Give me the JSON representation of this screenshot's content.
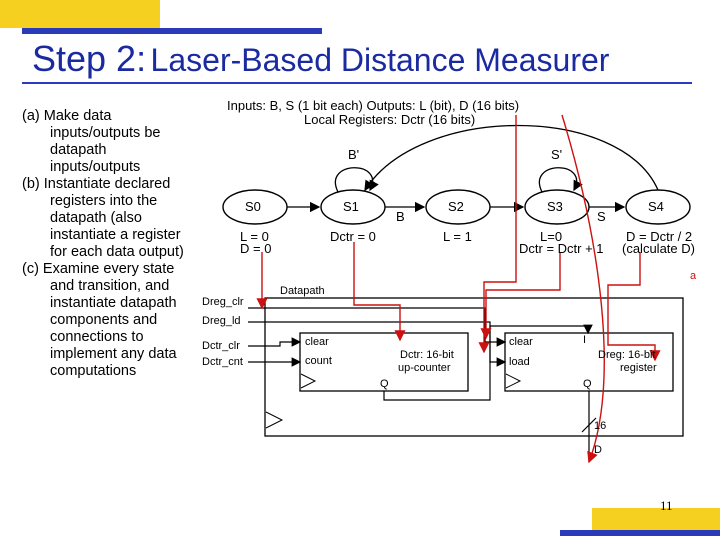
{
  "slide": {
    "title_step": "Step 2:",
    "title_rest": "Laser-Based Distance Measurer",
    "page_number": "11",
    "accent_colors": {
      "title": "#1a2aa0",
      "arrows": "#cc1111",
      "deco_yellow": "#f5d020",
      "deco_blue": "#2a3ab8"
    }
  },
  "left_steps": [
    "(a) Make data inputs/outputs be datapath inputs/outputs",
    "(b) Instantiate declared registers into the datapath (also instantiate a register for each data output)",
    "(c) Examine every state and transition, and instantiate datapath components and connections to implement any data computations"
  ],
  "fsm": {
    "inputs_outputs": "Inputs: B, S (1 bit each)    Outputs: L (bit), D (16 bits)",
    "local_registers": "Local Registers: Dctr (16 bits)",
    "states": [
      "S0",
      "S1",
      "S2",
      "S3",
      "S4"
    ],
    "transition_labels": {
      "s1_loop": "B'",
      "s1_to_s2": "B",
      "s3_loop": "S'",
      "s3_to_s4": "S",
      "bottom_right": "a"
    },
    "actions": {
      "s0_line1": "L = 0",
      "s0_line2": "D = 0",
      "s1": "Dctr = 0",
      "s2": "L = 1",
      "s3_line1": "L=0",
      "s3_line2": "Dctr = Dctr + 1",
      "s4_line1": "D = Dctr / 2",
      "s4_line2": "(calculate D)"
    }
  },
  "datapath": {
    "title": "Datapath",
    "control_inputs": [
      "Dreg_clr",
      "Dreg_ld",
      "Dctr_clr",
      "Dctr_cnt"
    ],
    "counter": {
      "port_clear": "clear",
      "port_count": "count",
      "name": "Dctr: 16-bit",
      "kind": "up-counter",
      "output": "Q"
    },
    "register": {
      "port_clear": "clear",
      "port_load": "load",
      "input": "I",
      "name": "Dreg: 16-bit",
      "kind": "register",
      "output": "Q"
    },
    "bus_width": "16",
    "output": "D"
  }
}
